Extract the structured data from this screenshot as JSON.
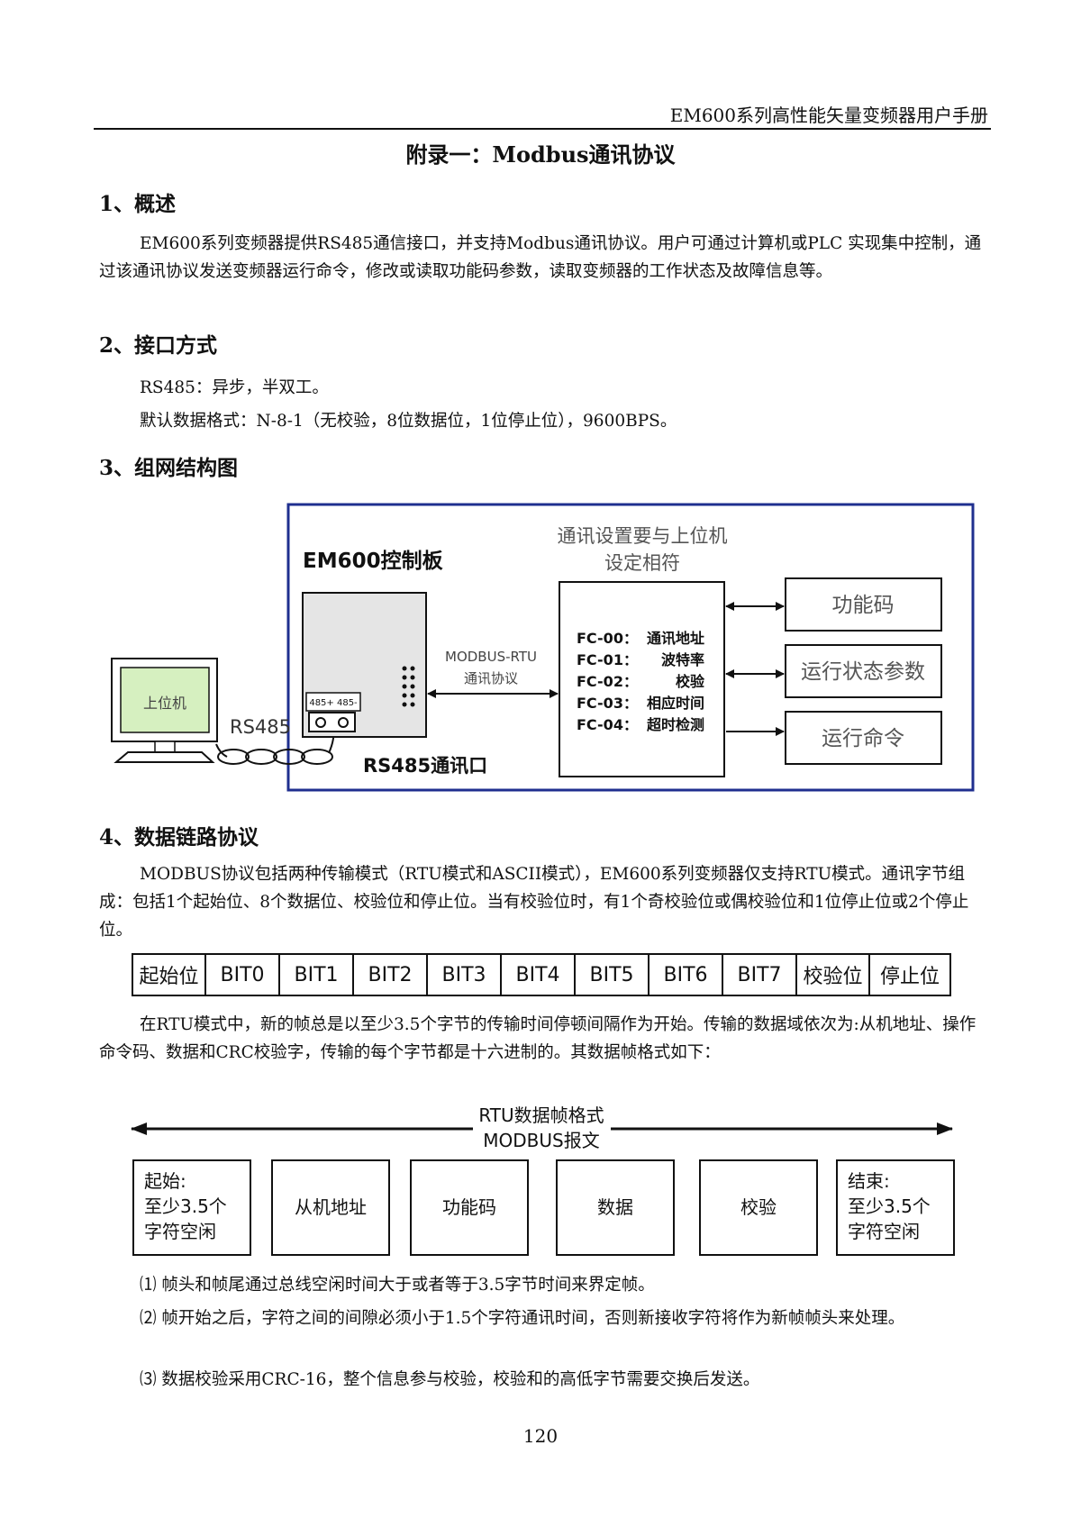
{
  "header": {
    "title": "EM600系列高性能矢量变频器用户手册"
  },
  "page_title": "附录一：Modbus通讯协议",
  "sections": {
    "s1": {
      "title": "1、概述",
      "paragraph": "EM600系列变频器提供RS485通信接口，并支持Modbus通讯协议。用户可通过计算机或PLC 实现集中控制，通过该通讯协议发送变频器运行命令，修改或读取功能码参数，读取变频器的工作状态及故障信息等。"
    },
    "s2": {
      "title": "2、接口方式",
      "line1": "RS485：异步，半双工。",
      "line2": "默认数据格式：N-8-1（无校验，8位数据位，1位停止位），9600BPS。"
    },
    "s3": {
      "title": "3、组网结构图"
    },
    "s4": {
      "title": "4、数据链路协议",
      "paragraph1": "MODBUS协议包括两种传输模式（RTU模式和ASCII模式），EM600系列变频器仅支持RTU模式。通讯字节组成：包括1个起始位、8个数据位、校验位和停止位。当有校验位时，有1个奇校验位或偶校验位和1位停止位或2个停止位。",
      "paragraph2": "在RTU模式中，新的帧总是以至少3.5个字节的传输时间停顿间隔作为开始。传输的数据域依次为:从机地址、操作命令码、数据和CRC校验字，传输的每个字节都是十六进制的。其数据帧格式如下：",
      "notes": [
        "⑴ 帧头和帧尾通过总线空闲时间大于或者等于3.5字节时间来界定帧。",
        "⑵ 帧开始之后，字符之间的间隙必须小于1.5个字符通讯时间，否则新接收字符将作为新帧帧头来处理。",
        "⑶ 数据校验采用CRC-16，整个信息参与校验，校验和的高低字节需要交换后发送。"
      ]
    }
  },
  "network_diagram": {
    "host_label": "上位机",
    "rs485_label": "RS485",
    "board_title": "EM600控制板",
    "terminal_label": "485+ 485-",
    "port_label": "RS485通讯口",
    "protocol_line1": "MODBUS-RTU",
    "protocol_line2": "通讯协议",
    "settings_line1": "通讯设置要与上位机",
    "settings_line2": "设定相符",
    "fc_codes": [
      "FC-00：",
      "FC-01：",
      "FC-02：",
      "FC-03：",
      "FC-04："
    ],
    "fc_names": [
      "通讯地址",
      "波特率",
      "校验",
      "相应时间",
      "超时检测"
    ],
    "right_boxes": [
      "功能码",
      "运行状态参数",
      "运行命令"
    ],
    "colors": {
      "frame_border": "#1f2f8f",
      "screen_fill": "#d6f0c0",
      "board_fill": "#e5e5e5"
    }
  },
  "bit_table": [
    "起始位",
    "BIT0",
    "BIT1",
    "BIT2",
    "BIT3",
    "BIT4",
    "BIT5",
    "BIT6",
    "BIT7",
    "校验位",
    "停止位"
  ],
  "frame_diagram": {
    "title_line1": "RTU数据帧格式",
    "title_line2": "MODBUS报文",
    "box_start": [
      "起始:",
      "至少3.5个",
      "字符空闲"
    ],
    "box_addr": "从机地址",
    "box_func": "功能码",
    "box_data": "数据",
    "box_check": "校验",
    "box_end": [
      "结束:",
      "至少3.5个",
      "字符空闲"
    ]
  },
  "page_number": "120"
}
